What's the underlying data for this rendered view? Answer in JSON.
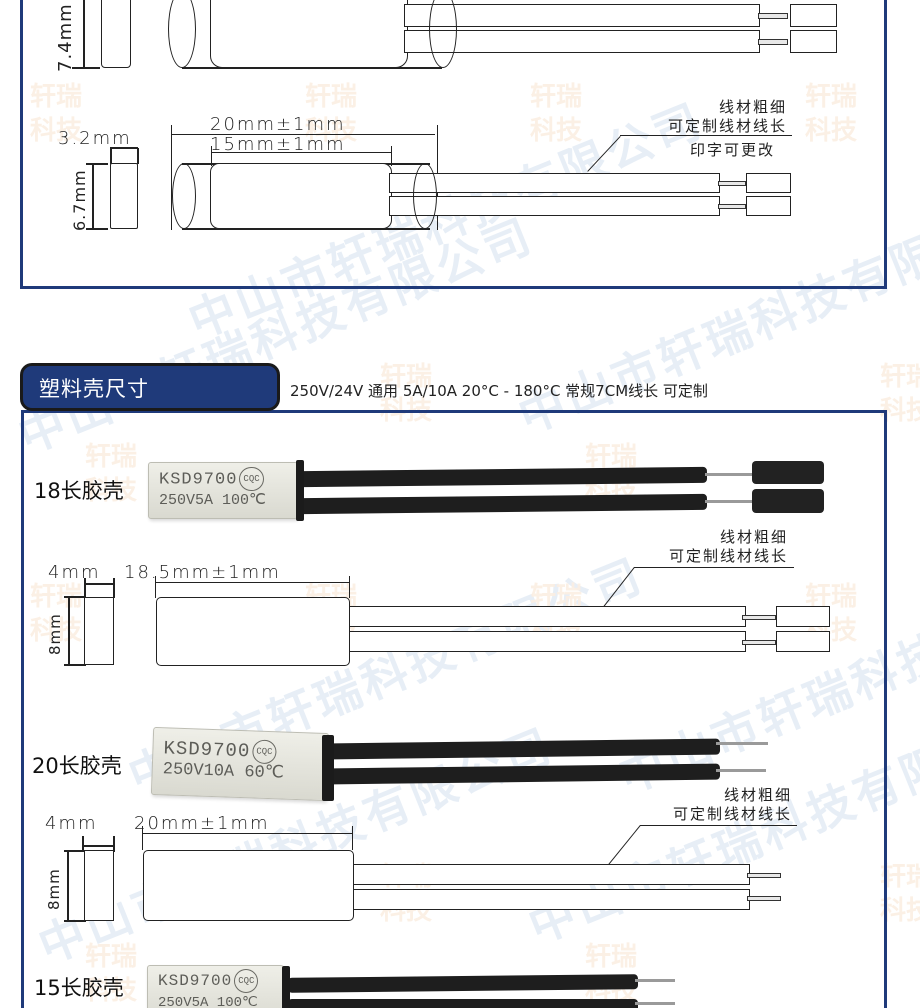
{
  "watermarks": {
    "company": "中山市轩瑞科技有限公司",
    "brand_short": "轩瑞\n科技"
  },
  "colors": {
    "frame_blue": "#1f3a7a",
    "tab_text": "#ffffff",
    "watermark_blue": "#dfe9f4",
    "watermark_cream": "#fbefe3"
  },
  "metal_shell": {
    "drawing_a": {
      "height_label": "7.4mm"
    },
    "drawing_b": {
      "width_label": "3.2mm",
      "height_label": "6.7mm",
      "overall_length": "20mm±1mm",
      "body_length": "15mm±1mm",
      "note_lines": [
        "线材粗细",
        "可定制线材线长"
      ],
      "note_below": "印字可更改"
    }
  },
  "plastic_shell": {
    "section_title": "塑料壳尺寸",
    "spec_line": "250V/24V 通用 5A/10A  20°C - 180°C   常规7CM线长 可定制",
    "items": [
      {
        "label": "18长胶壳",
        "photo_line1": "KSD9700",
        "photo_cert": "CQC",
        "photo_line2": "250V5A 100℃",
        "width_label": "4mm",
        "length_label": "18.5mm±1mm",
        "height_label": "8mm",
        "note_lines": [
          "线材粗细",
          "可定制线材线长"
        ]
      },
      {
        "label": "20长胶壳",
        "photo_line1": "KSD9700",
        "photo_cert": "CQC",
        "photo_line2": "250V10A 60℃",
        "width_label": "4mm",
        "length_label": "20mm±1mm",
        "height_label": "8mm",
        "note_lines": [
          "线材粗细",
          "可定制线材线长"
        ]
      },
      {
        "label": "15长胶壳",
        "photo_line1": "KSD9700",
        "photo_cert": "CQC",
        "photo_line2": "250V5A 100℃"
      }
    ]
  }
}
